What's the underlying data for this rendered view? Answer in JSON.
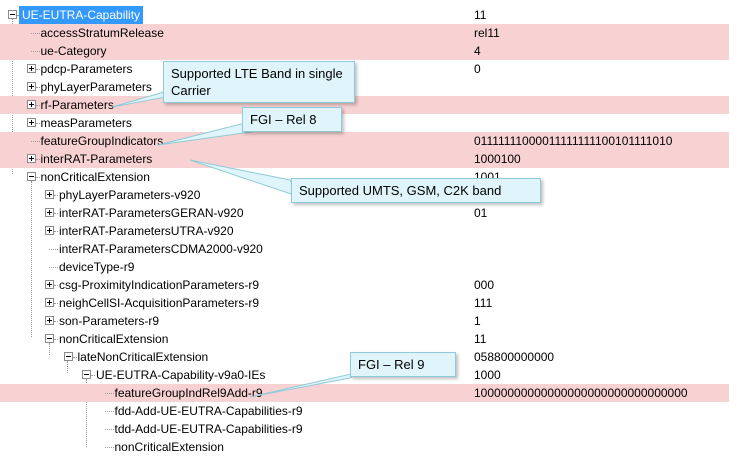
{
  "tree": [
    {
      "label": "UE-EUTRA-Capability",
      "value": "11",
      "indent": 0,
      "toggle": "minus",
      "hl": false,
      "sel": true
    },
    {
      "label": "accessStratumRelease",
      "value": "rel11",
      "indent": 1,
      "toggle": "none",
      "hl": true
    },
    {
      "label": "ue-Category",
      "value": "4",
      "indent": 1,
      "toggle": "none",
      "hl": true
    },
    {
      "label": "pdcp-Parameters",
      "value": "0",
      "indent": 1,
      "toggle": "plus",
      "hl": false
    },
    {
      "label": "phyLayerParameters",
      "value": "",
      "indent": 1,
      "toggle": "plus",
      "hl": false
    },
    {
      "label": "rf-Parameters",
      "value": "",
      "indent": 1,
      "toggle": "plus",
      "hl": true
    },
    {
      "label": "measParameters",
      "value": "",
      "indent": 1,
      "toggle": "plus",
      "hl": false
    },
    {
      "label": "featureGroupIndicators",
      "value": "01111111000011111111100101111010",
      "indent": 1,
      "toggle": "none",
      "hl": true
    },
    {
      "label": "interRAT-Parameters",
      "value": "1000100",
      "indent": 1,
      "toggle": "plus",
      "hl": true
    },
    {
      "label": "nonCriticalExtension",
      "value": "1001",
      "indent": 1,
      "toggle": "minus",
      "hl": false
    },
    {
      "label": "phyLayerParameters-v920",
      "value": "",
      "indent": 2,
      "toggle": "plus",
      "hl": false
    },
    {
      "label": "interRAT-ParametersGERAN-v920",
      "value": "01",
      "indent": 2,
      "toggle": "plus",
      "hl": false
    },
    {
      "label": "interRAT-ParametersUTRA-v920",
      "value": "",
      "indent": 2,
      "toggle": "plus",
      "hl": false
    },
    {
      "label": "interRAT-ParametersCDMA2000-v920",
      "value": "",
      "indent": 2,
      "toggle": "none",
      "hl": false
    },
    {
      "label": "deviceType-r9",
      "value": "",
      "indent": 2,
      "toggle": "none",
      "hl": false
    },
    {
      "label": "csg-ProximityIndicationParameters-r9",
      "value": "000",
      "indent": 2,
      "toggle": "plus",
      "hl": false
    },
    {
      "label": "neighCellSI-AcquisitionParameters-r9",
      "value": "111",
      "indent": 2,
      "toggle": "plus",
      "hl": false
    },
    {
      "label": "son-Parameters-r9",
      "value": "1",
      "indent": 2,
      "toggle": "plus",
      "hl": false
    },
    {
      "label": "nonCriticalExtension",
      "value": "11",
      "indent": 2,
      "toggle": "minus",
      "hl": false
    },
    {
      "label": "lateNonCriticalExtension",
      "value": "058800000000",
      "indent": 3,
      "toggle": "minus",
      "hl": false
    },
    {
      "label": "UE-EUTRA-Capability-v9a0-IEs",
      "value": "1000",
      "indent": 4,
      "toggle": "minus",
      "hl": false
    },
    {
      "label": "featureGroupIndRel9Add-r9",
      "value": "10000000000000000000000000000000",
      "indent": 5,
      "toggle": "none",
      "hl": true
    },
    {
      "label": "fdd-Add-UE-EUTRA-Capabilities-r9",
      "value": "",
      "indent": 5,
      "toggle": "none",
      "hl": false
    },
    {
      "label": "tdd-Add-UE-EUTRA-Capabilities-r9",
      "value": "",
      "indent": 5,
      "toggle": "none",
      "hl": false
    },
    {
      "label": "nonCriticalExtension",
      "value": "",
      "indent": 5,
      "toggle": "none",
      "hl": false
    }
  ],
  "callouts": {
    "lte_band": "Supported LTE Band in single Carrier",
    "fgi_rel8": "FGI – Rel 8",
    "umts_band": "Supported UMTS, GSM, C2K band",
    "fgi_rel9": "FGI – Rel 9"
  },
  "colors": {
    "highlight": "#f8d2d2",
    "selected": "#3399ff",
    "callout_bg": "#dff5fb"
  }
}
